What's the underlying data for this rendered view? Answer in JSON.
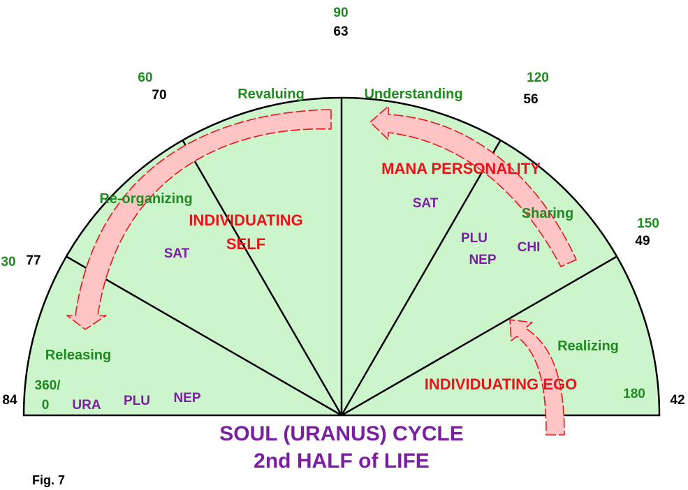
{
  "colors": {
    "fill": "#ccf5cc",
    "line": "#000000",
    "angle_label": "#1f8a1f",
    "age_label": "#000000",
    "phase_label": "#1f8a1f",
    "planet": "#7a1fa2",
    "stage": "#e8141c",
    "title": "#7a1fa2",
    "arrow_fill": "#ffc4c4",
    "arrow_stroke": "#e8141c"
  },
  "angles": [
    "90",
    "60",
    "120",
    "30",
    "150",
    "360/",
    "0",
    "180"
  ],
  "ages": [
    "63",
    "70",
    "56",
    "77",
    "49",
    "84",
    "42"
  ],
  "phases": [
    "Revaluing",
    "Understanding",
    "Re-organizing",
    "Sharing",
    "Releasing",
    "Realizing"
  ],
  "planets": [
    "SAT",
    "SAT",
    "PLU",
    "NEP",
    "CHI",
    "URA",
    "PLU",
    "NEP"
  ],
  "stages": [
    "INDIVIDUATING",
    "SELF",
    "MANA PERSONALITY",
    "INDIVIDUATING EGO"
  ],
  "title": [
    "SOUL (URANUS) CYCLE",
    "2nd HALF of LIFE"
  ],
  "figure_label": "Fig. 7"
}
